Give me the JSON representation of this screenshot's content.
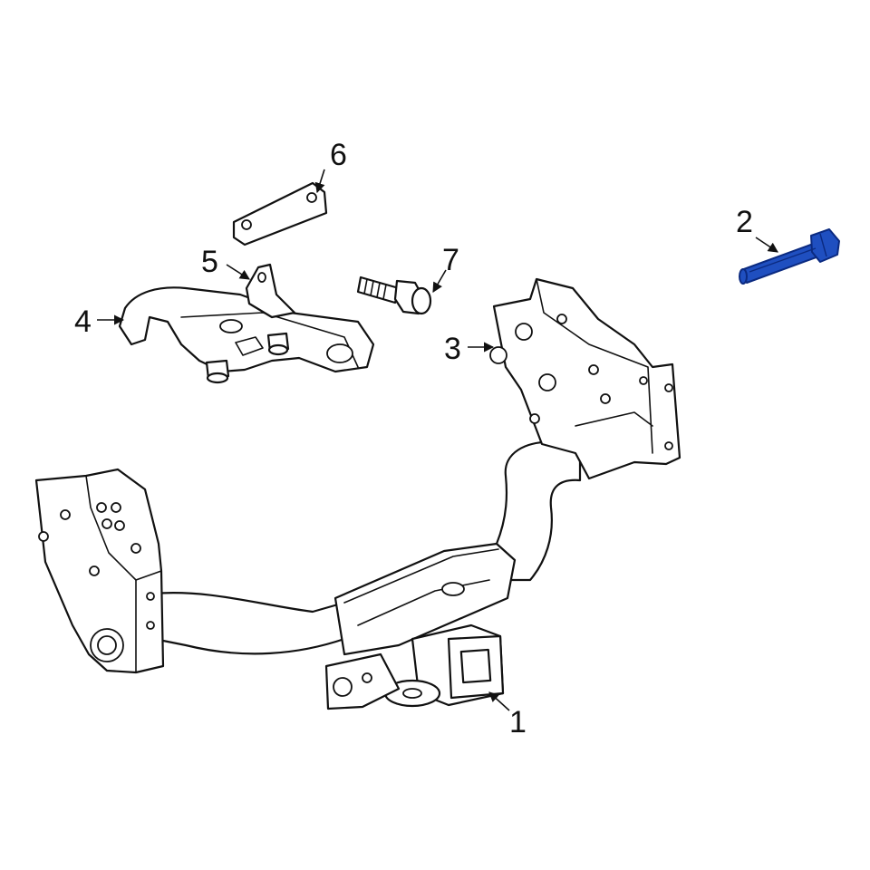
{
  "callouts": [
    {
      "id": "1",
      "part": "hitch-receiver"
    },
    {
      "id": "2",
      "part": "bolt",
      "highlighted": true
    },
    {
      "id": "3",
      "part": "right-side-bracket"
    },
    {
      "id": "4",
      "part": "mounting-bracket"
    },
    {
      "id": "5",
      "part": "bracket-support"
    },
    {
      "id": "6",
      "part": "plate"
    },
    {
      "id": "7",
      "part": "bolt"
    }
  ],
  "colors": {
    "highlight": "#1f4fc0",
    "line": "#111111",
    "background": "#ffffff"
  }
}
